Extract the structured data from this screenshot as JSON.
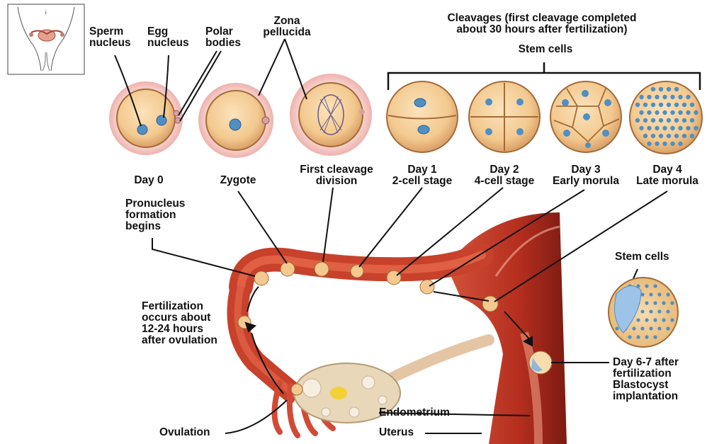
{
  "labels": {
    "sperm_nucleus": "Sperm\nnucleus",
    "egg_nucleus": "Egg\nnucleus",
    "polar_bodies": "Polar\nbodies",
    "zona_pellucida": "Zona\npellucida",
    "cleavages": "Cleavages (first cleavage completed\nabout 30 hours after fertilization)",
    "stem_cells_top": "Stem cells",
    "day0": "Day 0",
    "zygote": "Zygote",
    "first_cleavage": "First cleavage\ndivision",
    "day1": "Day 1\n2-cell stage",
    "day2": "Day 2\n4-cell stage",
    "day3": "Day 3\nEarly morula",
    "day4": "Day 4\nLate morula",
    "pronucleus": "Pronucleus\nformation\nbegins",
    "fertilization": "Fertilization\noccurs about\n12-24 hours\nafter ovulation",
    "stem_cells_right": "Stem cells",
    "blastocyst": "Day 6-7 after\nfertilization\nBlastocyst\nimplantation",
    "endometrium": "Endometrium",
    "uterus": "Uterus",
    "ovulation": "Ovulation"
  },
  "colors": {
    "cell_fill": "#f3c98f",
    "cell_edge": "#b07a45",
    "nucleus": "#4f8fc4",
    "zona_halo": "#f4c2c0",
    "tube_red": "#c8412b",
    "uterus_dark": "#8e1f17",
    "ovary": "#e8d7b8"
  }
}
